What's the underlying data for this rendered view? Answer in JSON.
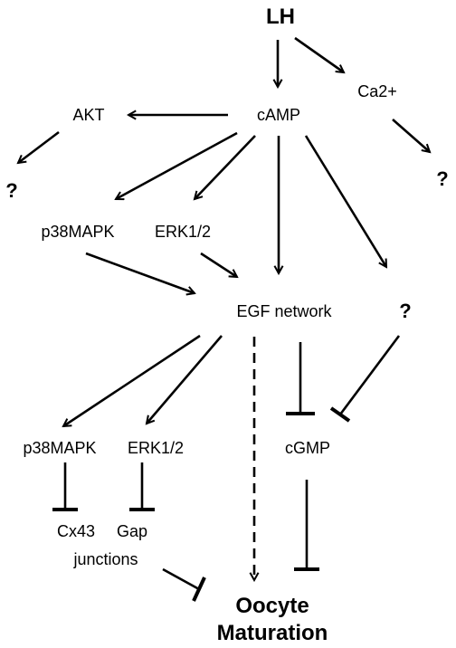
{
  "nodes": {
    "lh": "LH",
    "camp": "cAMP",
    "ca2": "Ca2+",
    "akt": "AKT",
    "q_akt": "?",
    "q_ca2": "?",
    "p38_top": "p38MAPK",
    "erk_top": "ERK1/2",
    "egf": "EGF network",
    "q_mid": "?",
    "p38_bottom": "p38MAPK",
    "erk_bottom": "ERK1/2",
    "cgmp": "cGMP",
    "cx43": "Cx43",
    "gap": "Gap",
    "junctions": "junctions",
    "oocyte": "Oocyte",
    "maturation": "Maturation"
  },
  "edges": [
    {
      "from": "LH",
      "to": "cAMP",
      "type": "activation",
      "style": "solid"
    },
    {
      "from": "LH",
      "to": "Ca2+",
      "type": "activation",
      "style": "solid"
    },
    {
      "from": "cAMP",
      "to": "AKT",
      "type": "activation",
      "style": "solid"
    },
    {
      "from": "AKT",
      "to": "?",
      "type": "activation",
      "style": "solid"
    },
    {
      "from": "Ca2+",
      "to": "?",
      "type": "activation",
      "style": "solid"
    },
    {
      "from": "cAMP",
      "to": "p38MAPK",
      "type": "activation",
      "style": "solid"
    },
    {
      "from": "cAMP",
      "to": "ERK1/2",
      "type": "activation",
      "style": "solid"
    },
    {
      "from": "cAMP",
      "to": "EGF network",
      "type": "activation",
      "style": "solid"
    },
    {
      "from": "cAMP",
      "to": "?",
      "type": "activation",
      "style": "solid"
    },
    {
      "from": "p38MAPK",
      "to": "EGF network",
      "type": "activation",
      "style": "solid"
    },
    {
      "from": "ERK1/2",
      "to": "EGF network",
      "type": "activation",
      "style": "solid"
    },
    {
      "from": "EGF network",
      "to": "p38MAPK",
      "type": "activation",
      "style": "solid"
    },
    {
      "from": "EGF network",
      "to": "ERK1/2",
      "type": "activation",
      "style": "solid"
    },
    {
      "from": "EGF network",
      "to": "Oocyte Maturation",
      "type": "activation",
      "style": "dashed"
    },
    {
      "from": "EGF network",
      "to": "cGMP",
      "type": "inhibition",
      "style": "solid"
    },
    {
      "from": "?",
      "to": "cGMP",
      "type": "inhibition",
      "style": "solid"
    },
    {
      "from": "p38MAPK",
      "to": "Cx43 Gap junctions",
      "type": "inhibition",
      "style": "solid"
    },
    {
      "from": "ERK1/2",
      "to": "Cx43 Gap junctions",
      "type": "inhibition",
      "style": "solid"
    },
    {
      "from": "Cx43 Gap junctions",
      "to": "Oocyte Maturation",
      "type": "inhibition",
      "style": "solid"
    },
    {
      "from": "cGMP",
      "to": "Oocyte Maturation",
      "type": "inhibition",
      "style": "solid"
    }
  ]
}
